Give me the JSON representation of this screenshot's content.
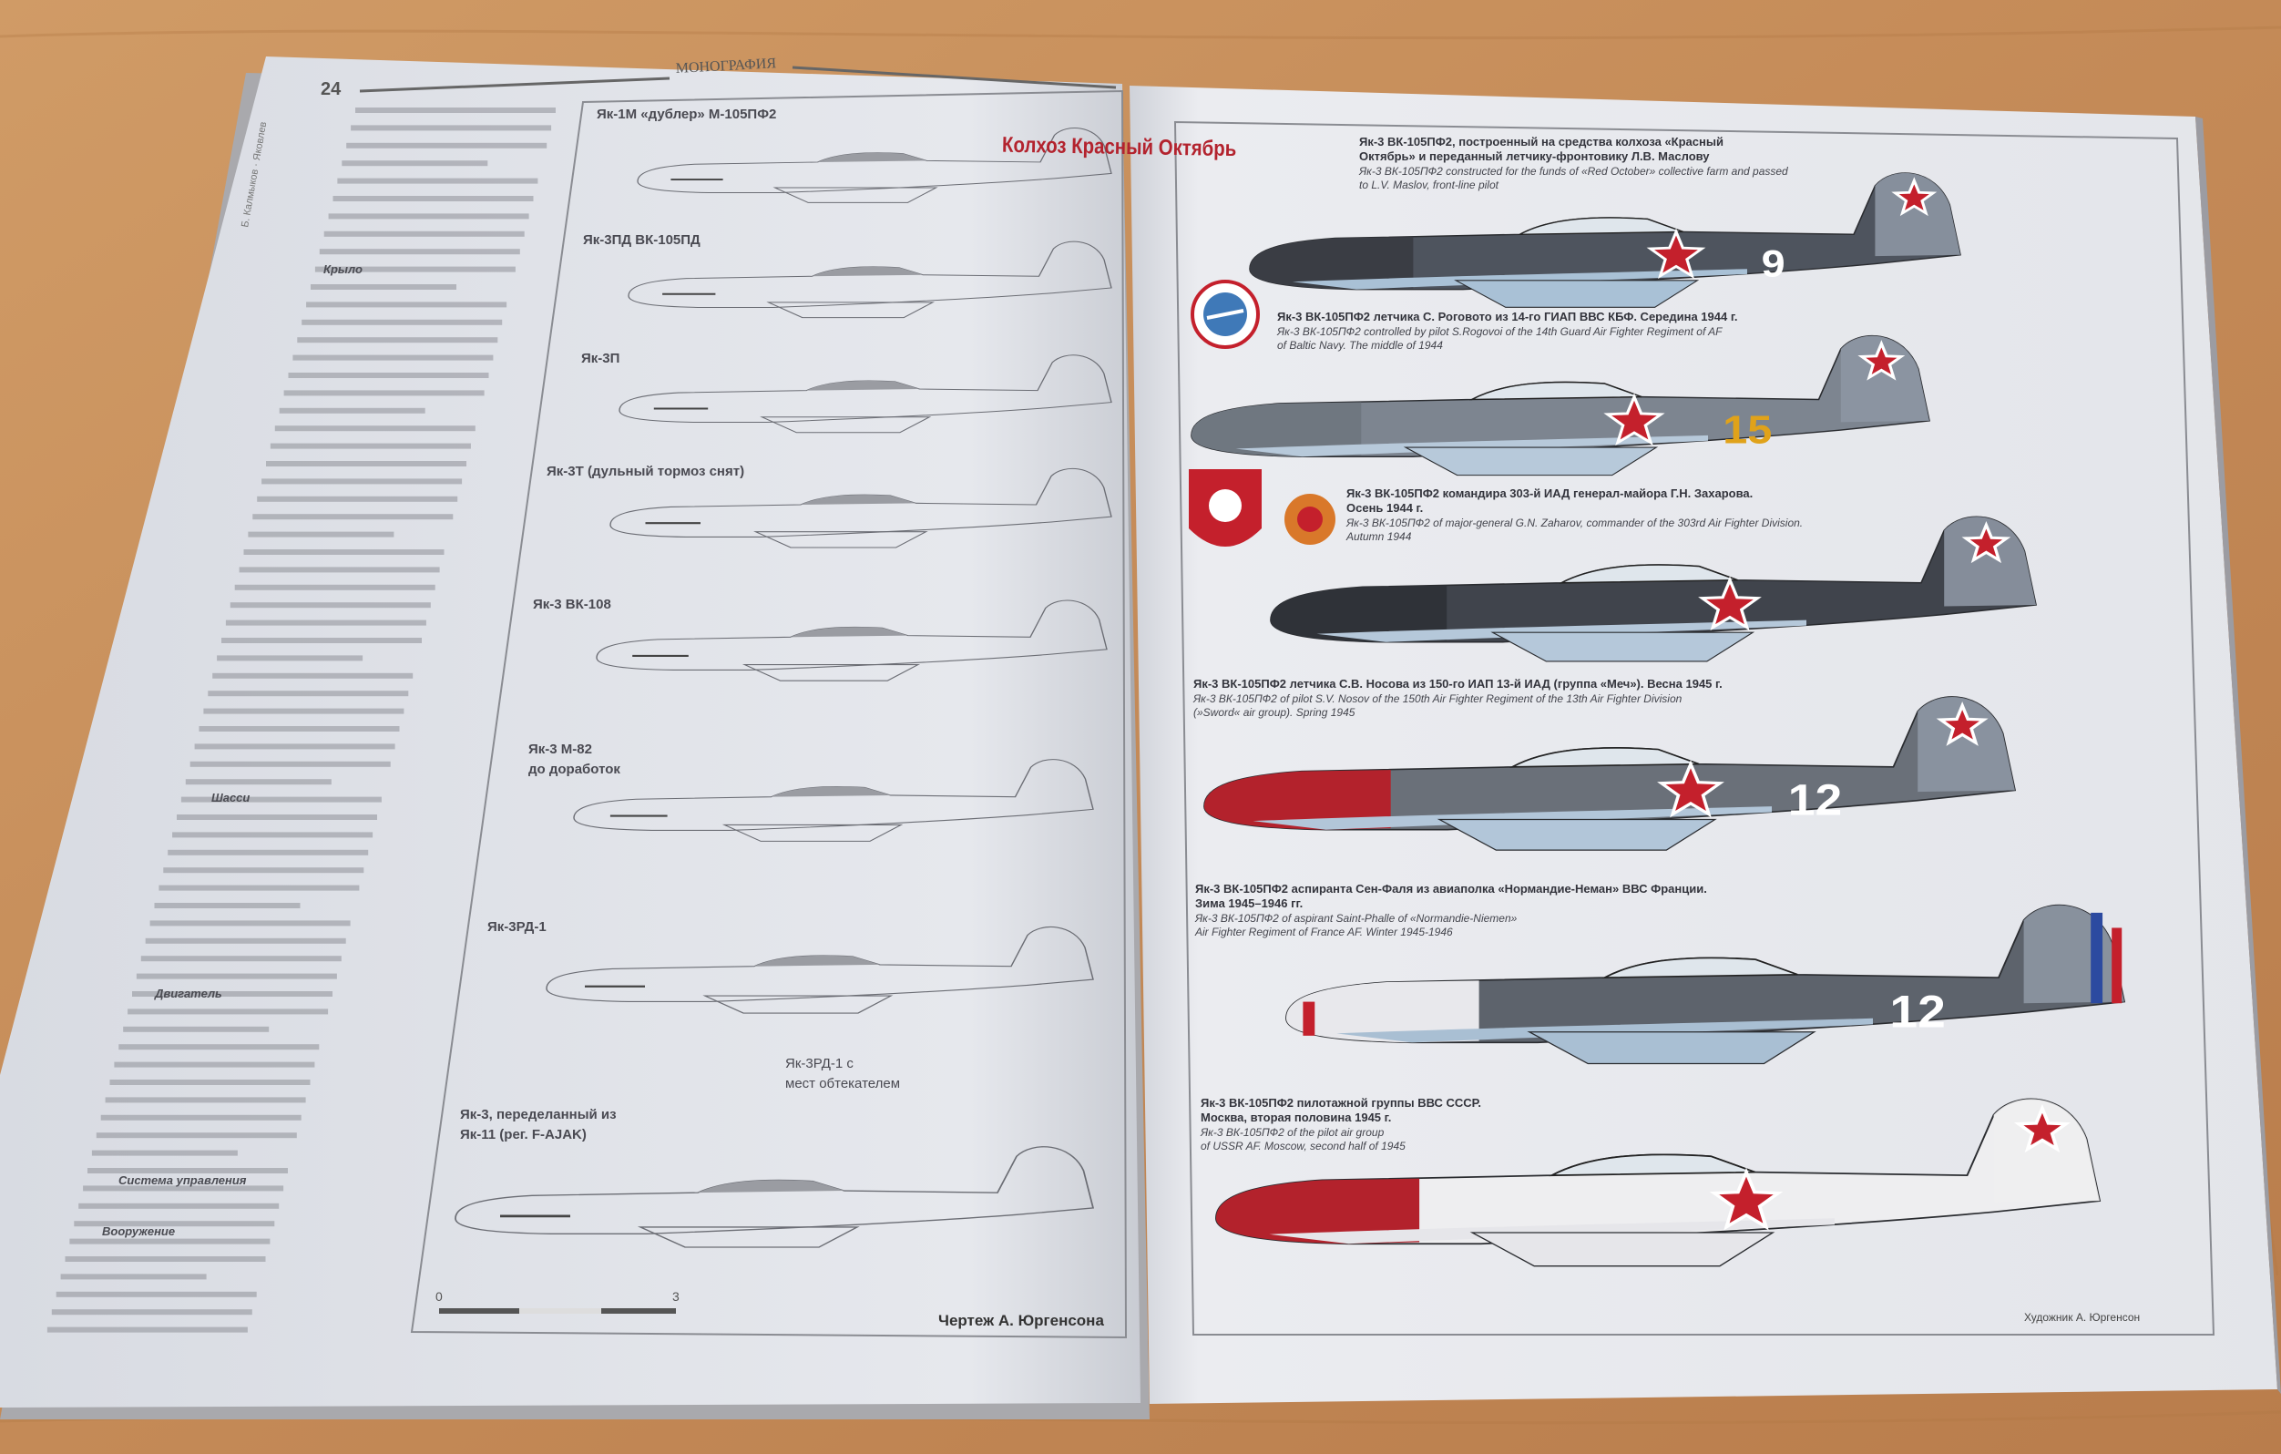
{
  "left_page": {
    "page_number": "24",
    "header": "МОНОГРАФИЯ",
    "spine_text": "Б. Калмыков · Яковлев",
    "section_headings": [
      "Крыло",
      "Шасси",
      "Двигатель",
      "Система управления",
      "Вооружение"
    ],
    "drawings": [
      {
        "label": "Як-1М «дублер» М-105ПФ2"
      },
      {
        "label": "Як-3ПД ВК-105ПД"
      },
      {
        "label": "Як-3П"
      },
      {
        "label": "Як-3Т (дульный тормоз снят)"
      },
      {
        "label": "Як-3 ВК-108"
      },
      {
        "label": "Як-3 М-82",
        "label2": "до доработок"
      },
      {
        "label": "Як-3РД-1"
      },
      {
        "label": "Як-3, переделанный из",
        "label2": "Як-11 (рег. F-AJAK)"
      }
    ],
    "extra_label": "Як-3РД-1 с",
    "extra_label2": "мест обтекателем",
    "scale": {
      "start": "0",
      "end": "3"
    },
    "credit": "Чертеж А. Юргенсона"
  },
  "right_page": {
    "title": "Колхоз Красный Октябрь",
    "colors": {
      "title": "#b3232e",
      "star": "#c4202c",
      "paper": "#e9eaee",
      "wood": "#c48d5c"
    },
    "profiles": [
      {
        "caption_ru": [
          "Як-3 ВК-105ПФ2, построенный на средства колхоза «Красный",
          "Октябрь» и переданный летчику-фронтовику Л.В. Маслову"
        ],
        "caption_en": [
          "Як-3 ВК-105ПФ2 constructed for the funds of «Red October» collective farm and passed",
          "to L.V. Maslov, front-line pilot"
        ],
        "number": "9",
        "body": "#4e545e",
        "nose": "#3a3d44",
        "belly": "#a9c1d6"
      },
      {
        "caption_ru": [
          "Як-3 ВК-105ПФ2 летчика С. Роговото из 14-го ГИАП ВВС КБФ. Середина 1944 г."
        ],
        "caption_en": [
          "Як-3 ВК-105ПФ2 controlled by pilot S.Rogovoi of the 14th Guard Air Fighter Regiment of AF",
          "of Baltic Navy. The middle of 1944"
        ],
        "number": "15",
        "body": "#7d8590",
        "nose": "#6f7780",
        "belly": "#b7c9da"
      },
      {
        "caption_ru": [
          "Як-3 ВК-105ПФ2 командира 303-й ИАД генерал-майора Г.Н. Захарова.",
          "Осень 1944 г."
        ],
        "caption_en": [
          "Як-3 ВК-105ПФ2 of major-general G.N. Zaharov, commander of the 303rd Air Fighter Division.",
          "Autumn 1944"
        ],
        "number": "",
        "body": "#40444c",
        "nose": "#2f3238",
        "belly": "#b5c8da"
      },
      {
        "caption_ru": [
          "Як-3 ВК-105ПФ2 летчика С.В. Носова из 150-го ИАП 13-й ИАД (группа «Меч»). Весна 1945 г."
        ],
        "caption_en": [
          "Як-3 ВК-105ПФ2 of pilot S.V. Nosov of the 150th Air Fighter Regiment of the 13th Air Fighter Division",
          "(»Sword« air group). Spring 1945"
        ],
        "number": "12",
        "body": "#6a7079",
        "nose": "#b3222c",
        "belly": "#b2c6d9"
      },
      {
        "caption_ru": [
          "Як-3 ВК-105ПФ2 аспиранта Сен-Фаля из авиаполка «Нормандие-Неман» ВВС Франции.",
          "Зима 1945–1946 гг."
        ],
        "caption_en": [
          "Як-3 ВК-105ПФ2 of aspirant Saint-Phalle of «Normandie-Niemen»",
          "Air Fighter Regiment of France AF. Winter 1945-1946"
        ],
        "number": "12",
        "body": "#5d636c",
        "nose": "#e8e8ec",
        "belly": "#a9bfd3"
      },
      {
        "caption_ru": [
          "Як-3 ВК-105ПФ2 пилотажной группы ВВС СССР.",
          "Москва, вторая половина 1945 г."
        ],
        "caption_en": [
          "Як-3 ВК-105ПФ2 of the pilot air group",
          "of USSR AF. Moscow, second half of 1945"
        ],
        "number": "",
        "body": "#eeeef0",
        "nose": "#b3222c",
        "belly": "#e6e6ea"
      }
    ],
    "credit": "Художник А. Юргенсон"
  }
}
